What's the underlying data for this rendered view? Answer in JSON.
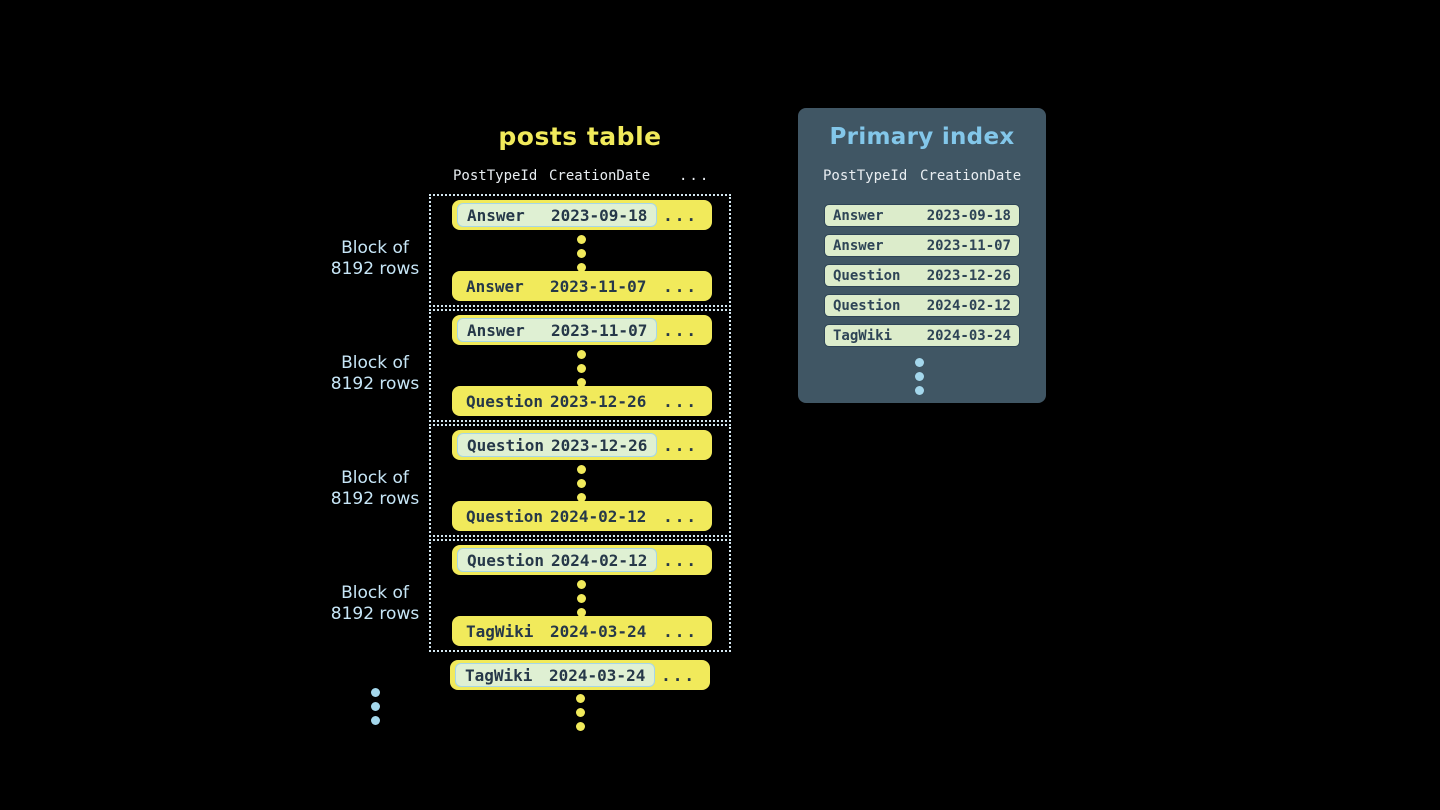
{
  "posts_table": {
    "title": "posts table",
    "columns": [
      "PostTypeId",
      "CreationDate",
      "..."
    ],
    "ellipsis": "...",
    "block_label": {
      "line1": "Block of",
      "line2": "8192 rows"
    },
    "blocks": [
      {
        "first": {
          "post_type": "Answer",
          "creation_date": "2023-09-18"
        },
        "last": {
          "post_type": "Answer",
          "creation_date": "2023-11-07"
        }
      },
      {
        "first": {
          "post_type": "Answer",
          "creation_date": "2023-11-07"
        },
        "last": {
          "post_type": "Question",
          "creation_date": "2023-12-26"
        }
      },
      {
        "first": {
          "post_type": "Question",
          "creation_date": "2023-12-26"
        },
        "last": {
          "post_type": "Question",
          "creation_date": "2024-02-12"
        }
      },
      {
        "first": {
          "post_type": "Question",
          "creation_date": "2024-02-12"
        },
        "last": {
          "post_type": "TagWiki",
          "creation_date": "2024-03-24"
        }
      }
    ],
    "overflow_row": {
      "post_type": "TagWiki",
      "creation_date": "2024-03-24"
    }
  },
  "primary_index": {
    "title": "Primary index",
    "columns": [
      "PostTypeId",
      "CreationDate"
    ],
    "rows": [
      {
        "post_type": "Answer",
        "creation_date": "2023-09-18"
      },
      {
        "post_type": "Answer",
        "creation_date": "2023-11-07"
      },
      {
        "post_type": "Question",
        "creation_date": "2023-12-26"
      },
      {
        "post_type": "Question",
        "creation_date": "2024-02-12"
      },
      {
        "post_type": "TagWiki",
        "creation_date": "2024-03-24"
      }
    ]
  },
  "colors": {
    "background": "#000000",
    "row_yellow": "#f1ea5b",
    "row_text": "#263849",
    "highlight_fill": "#dff0d3",
    "highlight_border": "#a6d6e8",
    "block_border": "#d4e7f0",
    "label_blue": "#c7e6f7",
    "dot_blue": "#a4d7ec",
    "panel_bg": "#405664",
    "panel_title": "#83c7ea",
    "index_pill_fill": "#dceccb",
    "index_pill_border": "#2e4456",
    "header_text": "#e9eef2"
  }
}
